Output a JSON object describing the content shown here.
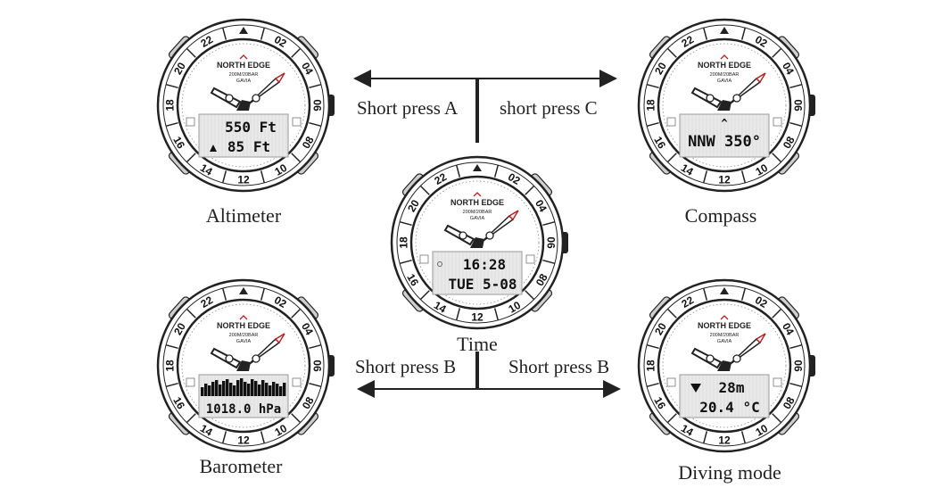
{
  "colors": {
    "ink": "#222222",
    "accent_red": "#b32020",
    "lcd_bg": "#e9e9e9",
    "bezel_btn": "#cfcfcf"
  },
  "bezel_numbers": [
    "22",
    "02",
    "04",
    "06",
    "08",
    "10",
    "12",
    "14",
    "16",
    "18",
    "20"
  ],
  "brand": {
    "name": "NORTH EDGE",
    "line1": "200M/20BAR",
    "line2": "GAVIA"
  },
  "arrows": {
    "top_left": "Short press A",
    "top_right": "short press C",
    "bottom_left": "Short press B",
    "bottom_right": "Short press B"
  },
  "watches": {
    "altimeter": {
      "caption": "Altimeter",
      "line1": "550 Ft",
      "line2": "85 Ft",
      "icon": "mountain-icon"
    },
    "compass": {
      "caption": "Compass",
      "line1": "^",
      "line2": "NNW 350°",
      "icon": "compass-pointer-icon"
    },
    "time": {
      "caption": "Time",
      "line1": "16:28",
      "line2": "TUE 5-08",
      "icon": "runner-icon"
    },
    "barometer": {
      "caption": "Barometer",
      "line2": "1018.0 hPa",
      "icon": "bar-graph-icon"
    },
    "diving": {
      "caption": "Diving mode",
      "line1": "28m",
      "line2": "20.4 °C",
      "icon": "dive-depth-icon"
    }
  }
}
